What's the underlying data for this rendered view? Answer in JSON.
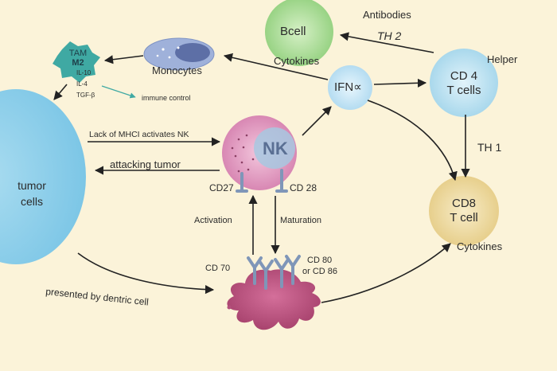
{
  "nodes": {
    "tumor": {
      "line1": "tumor",
      "line2": "cells"
    },
    "nk": {
      "label": "NK"
    },
    "bcell": {
      "label": "Bcell"
    },
    "monocytes": {
      "label": "Monocytes"
    },
    "ifn": {
      "label": "IFN∝"
    },
    "cd4": {
      "line1": "CD 4",
      "line2": "T cells"
    },
    "cd8": {
      "line1": "CD8",
      "line2": "T cell"
    },
    "tam": {
      "line1": "TAM",
      "line2": "M2"
    }
  },
  "labels": {
    "antibodies": "Antibodies",
    "th2": "TH 2",
    "bcell_cytokines": "Cytokines",
    "helper": "Helper",
    "th1": "TH 1",
    "cd8_cytokines": "Cytokines",
    "lack_activates": "Lack of MHCI activates NK",
    "attacking_tumor": "attacking tumor",
    "cd27": "CD27",
    "cd28": "CD 28",
    "activation": "Activation",
    "maturation": "Maturation",
    "cd70": "CD 70",
    "cd80": "CD 80",
    "cd86": "or CD 86",
    "presented": "presented by dentric cell",
    "il10": "IL-10",
    "il4": "IL-4",
    "tgf": "TGF-β",
    "immune_control": "immune control"
  },
  "colors": {
    "background": "#fbf3d9",
    "tumor": "#8fd0ea",
    "nk": "#e3a0c4",
    "nk_nucleus": "#a7c8e0",
    "bcell": "#b3e0a3",
    "cd4": "#bfe2f1",
    "cd8": "#f0dea8",
    "dendritic": "#c25a87",
    "receptor": "#7f96b8",
    "arrow": "#222222",
    "tam": "#3fa9a3"
  }
}
